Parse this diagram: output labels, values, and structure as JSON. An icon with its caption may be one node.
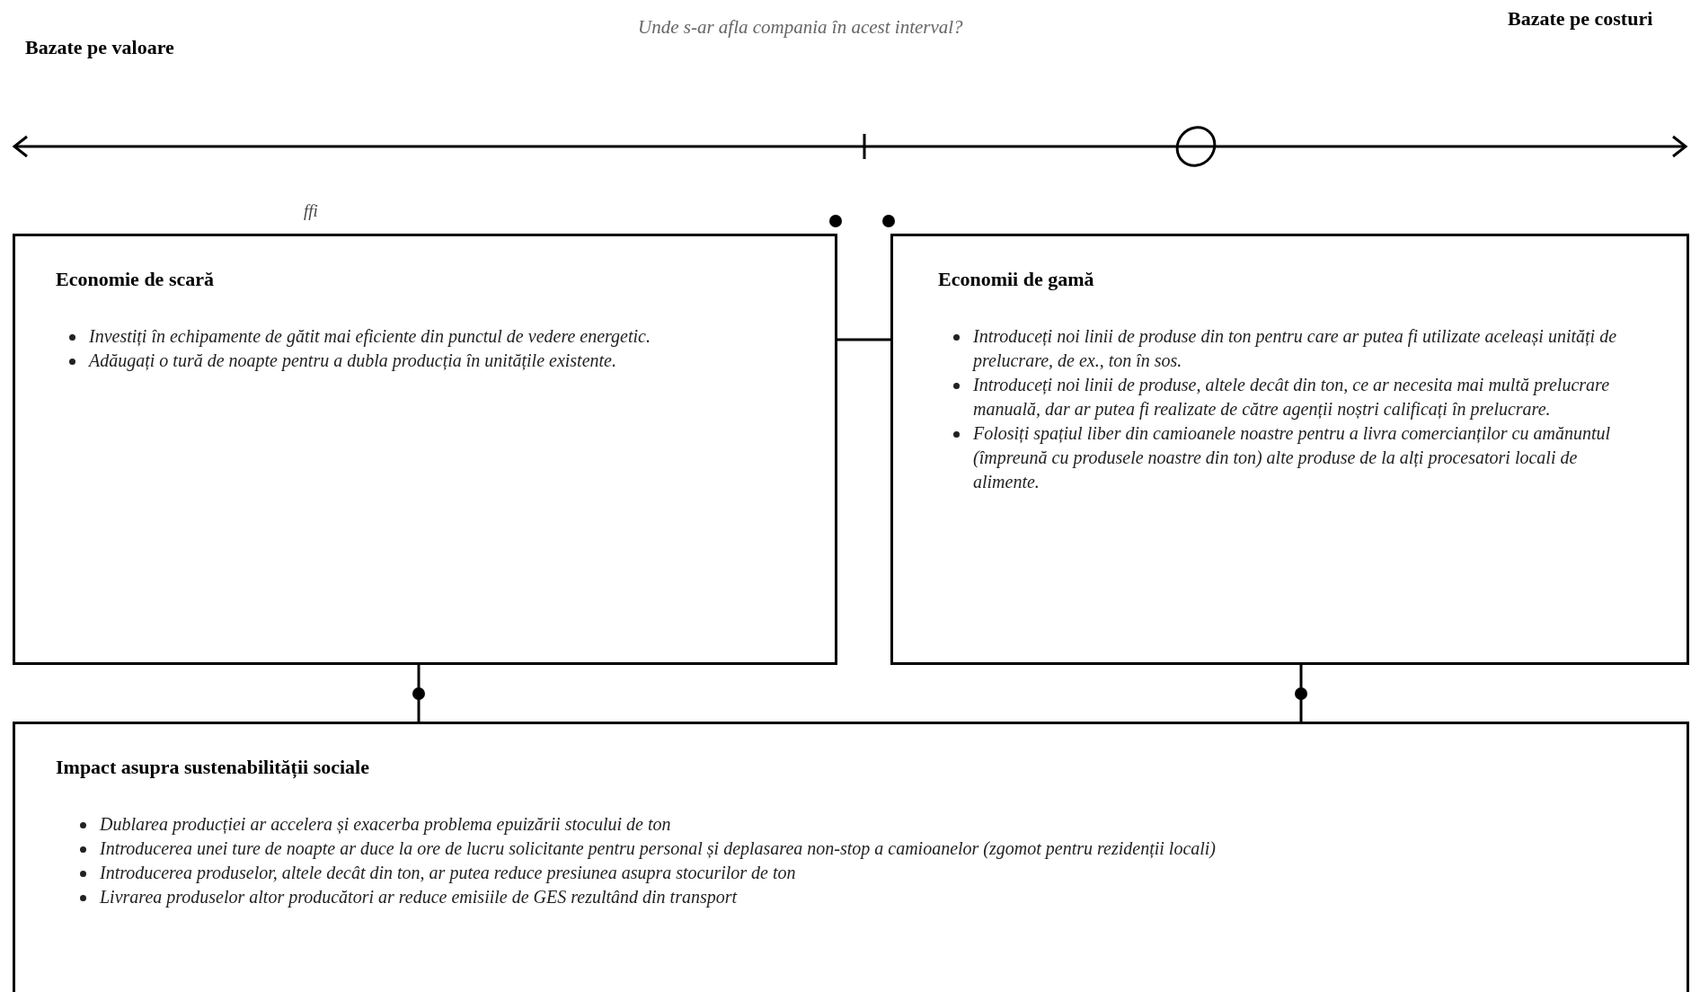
{
  "diagram": {
    "nodes": [
      {
        "beside": [
          "ffi"
        ],
        "text": [
          "Economie de scară",
          "Investiți în echipamente de gătit mai eficiente din punctul de vedere energetic.",
          "Adăugați o tură de noapte pentru a dubla producția în unitățile existente."
        ]
      },
      {
        "text": [
          "Economii de gamă",
          "Introduceți noi linii de produse din ton pentru care ar putea fi utilizate aceleași unități de prelucrare, de ex., ton în sos.",
          "Introduceți noi linii de produse, altele decât din ton, ce ar necesita mai multă prelucrare manuală, dar ar putea fi realizate de către agenții noștri calificați în prelucrare.",
          "Folosiți spațiul liber din camioanele noastre pentru a livra comercianților cu amănuntul (împreună cu produsele noastre din ton) alte produse de la alți procesatori locali de alimente."
        ]
      },
      {
        "text": [
          "Impact asupra sustenabilității sociale",
          "Dublarea producției ar accelera și exacerba problema epuizării stocului de ton",
          "Introducerea unei ture de noapte ar duce la ore de lucru solicitante pentru personal și deplasarea non-stop a camioanelor (zgomot pentru rezidenții locali)",
          "Introducerea produselor, altele decât din ton, ar putea reduce presiunea asupra stocurilor de ton",
          "Livrarea produselor altor producători ar reduce emisiile de GES rezultând din transport"
        ]
      }
    ],
    "edges": [
      {
        "from": 0,
        "to": 1,
        "arrow": "none"
      },
      {
        "from": 0,
        "to": 2,
        "arrow": "none"
      },
      {
        "from": 1,
        "to": 2,
        "arrow": "none"
      }
    ],
    "labels": [
      "Bazate pe valoare",
      "Unde s-ar afla compania în acest interval?",
      "Bazate pe costuri"
    ]
  }
}
